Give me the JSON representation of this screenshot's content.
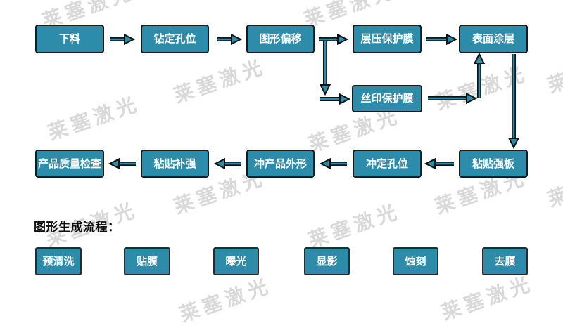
{
  "watermark": {
    "text": "莱塞激光"
  },
  "colors": {
    "box_fill": "#2d8caa",
    "box_border": "#1a1a1a",
    "arrow_fill": "#2d8caa",
    "arrow_outline": "#111111",
    "box_text": "#ffffff",
    "heading_text": "#0d0d0d",
    "watermark_text": "#d9d9d9"
  },
  "main_flow": {
    "row1": [
      {
        "label": "下料"
      },
      {
        "label": "钻定孔位"
      },
      {
        "label": "图形偏移"
      },
      {
        "label": "层压保护膜"
      },
      {
        "label": "表面涂层"
      }
    ],
    "branch": {
      "label": "丝印保护膜"
    },
    "row2": [
      {
        "label": "产品质量检查"
      },
      {
        "label": "粘贴补强"
      },
      {
        "label": "冲产品外形"
      },
      {
        "label": "冲定孔位"
      },
      {
        "label": "粘贴强板"
      }
    ]
  },
  "pattern_flow": {
    "heading": "图形生成流程：",
    "steps": [
      {
        "label": "预清洗"
      },
      {
        "label": "贴膜"
      },
      {
        "label": "曝光"
      },
      {
        "label": "显影"
      },
      {
        "label": "蚀刻"
      },
      {
        "label": "去膜"
      }
    ]
  }
}
